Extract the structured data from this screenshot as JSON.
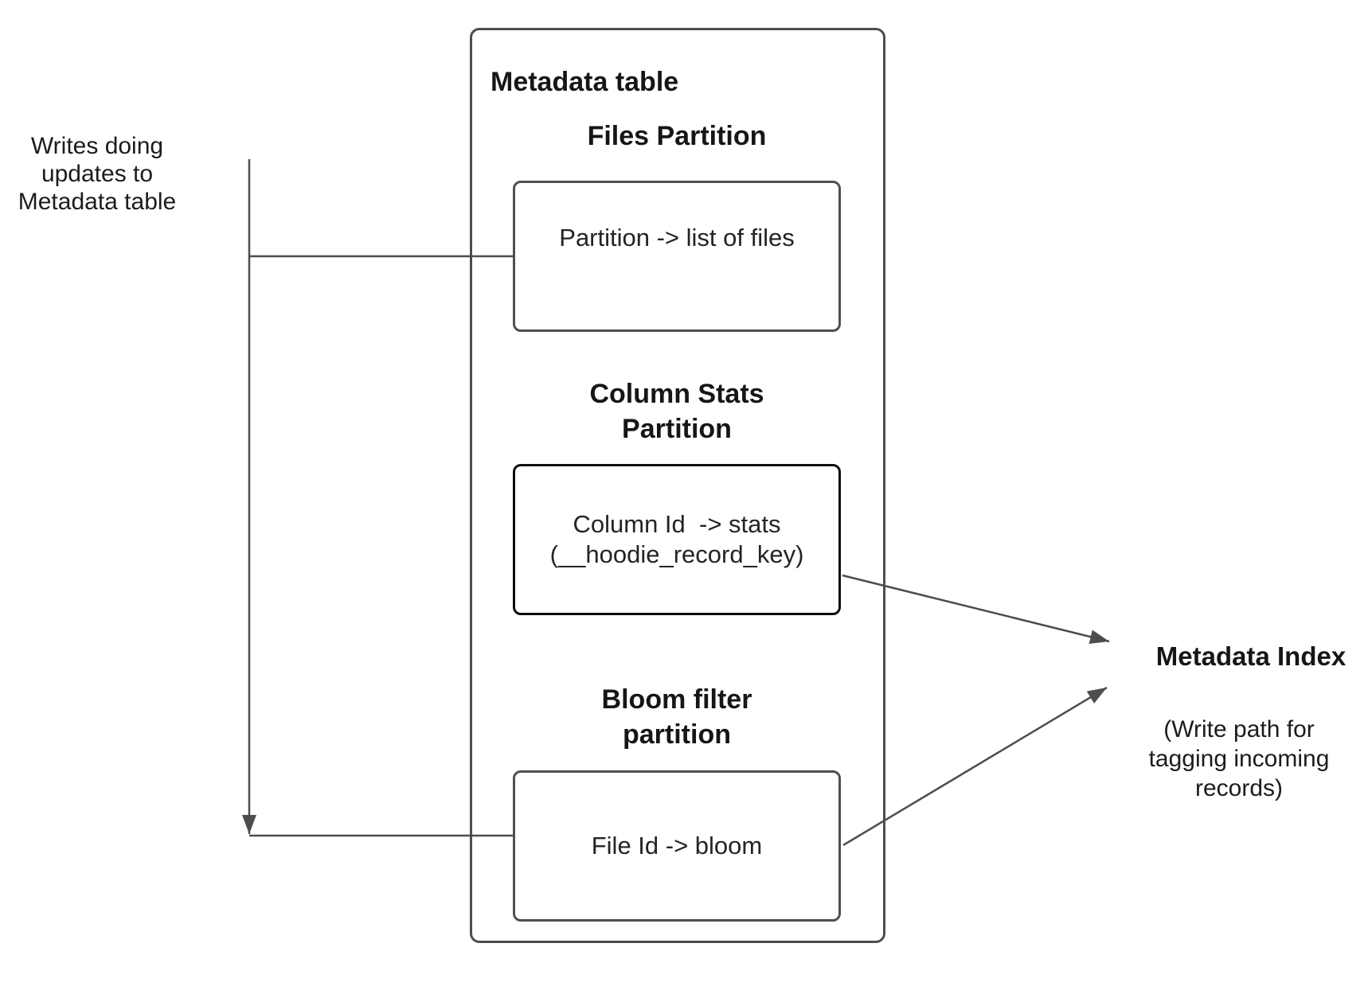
{
  "left_note": {
    "text": "Writes doing\nupdates to\nMetadata table"
  },
  "metadata_table": {
    "title": "Metadata table",
    "files_partition": {
      "heading": "Files Partition",
      "body": "Partition -> list of files"
    },
    "column_stats_partition": {
      "heading": "Column Stats\nPartition",
      "body": "Column Id  -> stats\n(__hoodie_record_key)"
    },
    "bloom_filter_partition": {
      "heading": "Bloom filter\npartition",
      "body": "File Id -> bloom"
    }
  },
  "metadata_index": {
    "title": "Metadata Index",
    "subtitle": "(Write path for\ntagging incoming\nrecords)"
  },
  "colors": {
    "connector": "#4d4d4d",
    "box_border": "#4f4f4f",
    "emphasis_border": "#0d0d0d",
    "text": "#1c1c1c"
  }
}
